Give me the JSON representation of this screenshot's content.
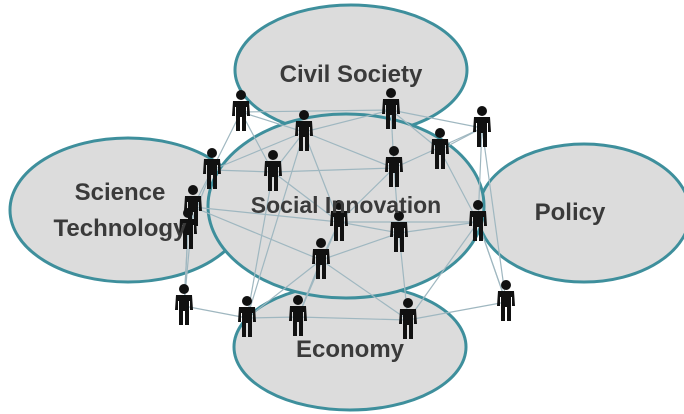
{
  "diagram": {
    "colors": {
      "ellipse_fill": "#dcdcdc",
      "ellipse_stroke": "#3e8f9c",
      "network_line": "#9fb7c0",
      "person": "#111111",
      "label": "#3a3a3a"
    },
    "labels": {
      "civil_society": "Civil Society",
      "science": "Science",
      "technology": "Technology",
      "social_innovation": "Social Innovation",
      "policy": "Policy",
      "economy": "Economy"
    },
    "person_icon": "person-icon",
    "person_count": 19
  }
}
